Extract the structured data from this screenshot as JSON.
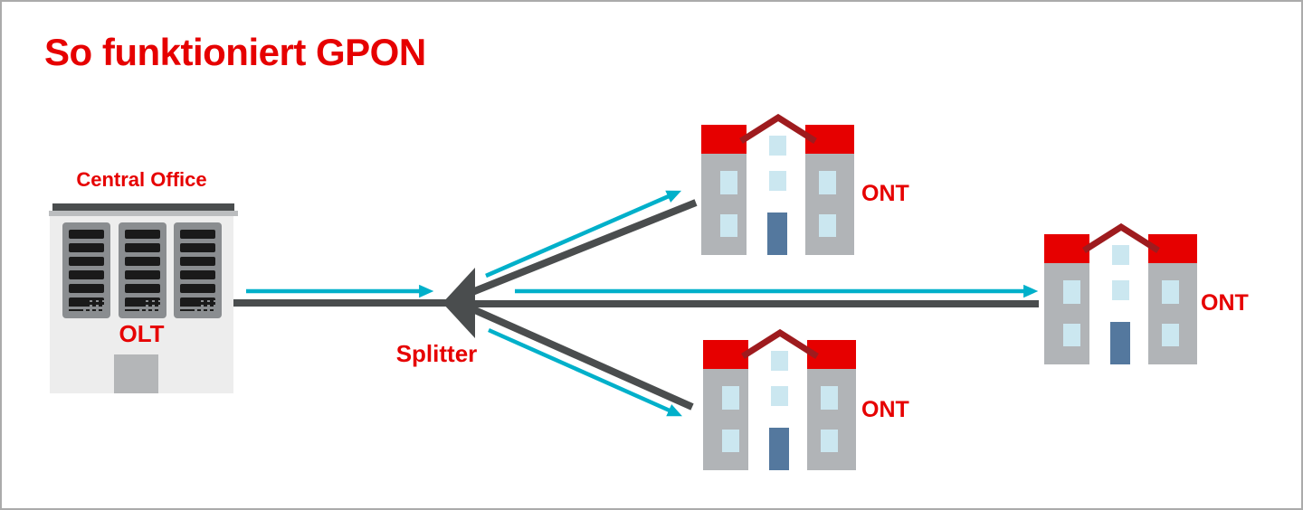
{
  "title": "So funktioniert GPON",
  "central_office": {
    "label": "Central Office",
    "device": "OLT"
  },
  "splitter": {
    "label": "Splitter"
  },
  "ont_labels": [
    "ONT",
    "ONT",
    "ONT"
  ],
  "colors": {
    "brand_red": "#E60000",
    "line_dark_gray": "#4A4D4E",
    "signal_cyan": "#00B0CA",
    "roof_dark_red": "#9E1B1E",
    "house_wing_gray": "#B1B4B7",
    "window_light_blue": "#CBE7F0",
    "door_steel_blue": "#54789E",
    "building_body_gray": "#EDEDED"
  },
  "icons": [
    "central-office-building-icon",
    "server-rack-icon",
    "splitter-icon",
    "house-icon",
    "fiber-line",
    "signal-arrow"
  ]
}
